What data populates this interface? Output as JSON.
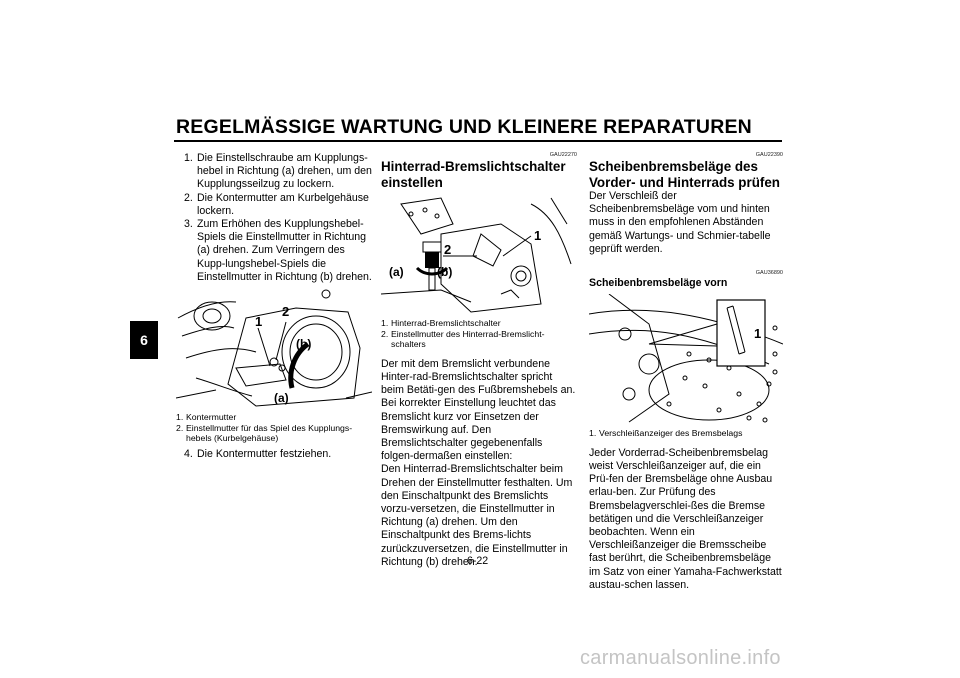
{
  "header": {
    "title": "REGELMÄSSIGE WARTUNG UND KLEINERE REPARATUREN"
  },
  "chapter_tab": "6",
  "page_number": "6-22",
  "watermark": "carmanualsonline.info",
  "col1": {
    "steps": [
      {
        "n": "1.",
        "text": "Die Einstellschraube am Kupplungs-hebel in Richtung (a) drehen, um den Kupplungsseilzug zu lockern."
      },
      {
        "n": "2.",
        "text": "Die Kontermutter am Kurbelgehäuse lockern."
      },
      {
        "n": "3.",
        "text": "Zum Erhöhen des Kupplungshebel-Spiels die Einstellmutter in Richtung (a) drehen. Zum Verringern des Kupp-lungshebel-Spiels die Einstellmutter in Richtung (b) drehen."
      }
    ],
    "figure_labels": {
      "l1": "1",
      "l2": "2",
      "la": "(a)",
      "lb": "(b)"
    },
    "caption": [
      {
        "n": "1.",
        "text": "Kontermutter"
      },
      {
        "n": "2.",
        "text": "Einstellmutter für das Spiel des Kupplungs-hebels (Kurbelgehäuse)"
      }
    ],
    "step4": {
      "n": "4.",
      "text": "Die Kontermutter festziehen."
    }
  },
  "col2": {
    "code": "GAU22270",
    "title": "Hinterrad-Bremslichtschalter einstellen",
    "figure_labels": {
      "l1": "1",
      "l2": "2",
      "la": "(a)",
      "lb": "(b)"
    },
    "caption": [
      {
        "n": "1.",
        "text": "Hinterrad-Bremslichtschalter"
      },
      {
        "n": "2.",
        "text": "Einstellmutter des Hinterrad-Bremslicht-schalters"
      }
    ],
    "paragraph": "Der mit dem Bremslicht verbundene Hinter-rad-Bremslichtschalter spricht beim Betäti-gen des Fußbremshebels an. Bei korrekter Einstellung leuchtet das Bremslicht kurz vor Einsetzen der Bremswirkung auf. Den Bremslichtschalter gegebenenfalls folgen-dermaßen einstellen:",
    "paragraph2": "Den Hinterrad-Bremslichtschalter beim Drehen der Einstellmutter festhalten. Um den Einschaltpunkt des Bremslichts vorzu-versetzen, die Einstellmutter in Richtung (a) drehen. Um den Einschaltpunkt des Brems-lichts zurückzuversetzen, die Einstellmutter in Richtung (b) drehen."
  },
  "col3": {
    "code": "GAU22390",
    "title": "Scheibenbremsbeläge des Vorder- und Hinterrads prüfen",
    "intro": "Der Verschleiß der Scheibenbremsbeläge vom und hinten muss in den empfohlenen Abständen gemäß Wartungs- und Schmier-tabelle geprüft werden.",
    "sub_code": "GAU36890",
    "subtitle": "Scheibenbremsbeläge vorn",
    "figure_labels": {
      "l1": "1"
    },
    "caption": [
      {
        "n": "1.",
        "text": "Verschleißanzeiger des Bremsbelags"
      }
    ],
    "paragraph": "Jeder Vorderrad-Scheibenbremsbelag weist Verschleißanzeiger auf, die ein Prü-fen der Bremsbeläge ohne Ausbau erlau-ben. Zur Prüfung des Bremsbelagverschlei-ßes die Bremse betätigen und die Verschleißanzeiger beobachten. Wenn ein Verschleißanzeiger die Bremsscheibe fast berührt, die Scheibenbremsbeläge im Satz von einer Yamaha-Fachwerkstatt austau-schen lassen."
  }
}
